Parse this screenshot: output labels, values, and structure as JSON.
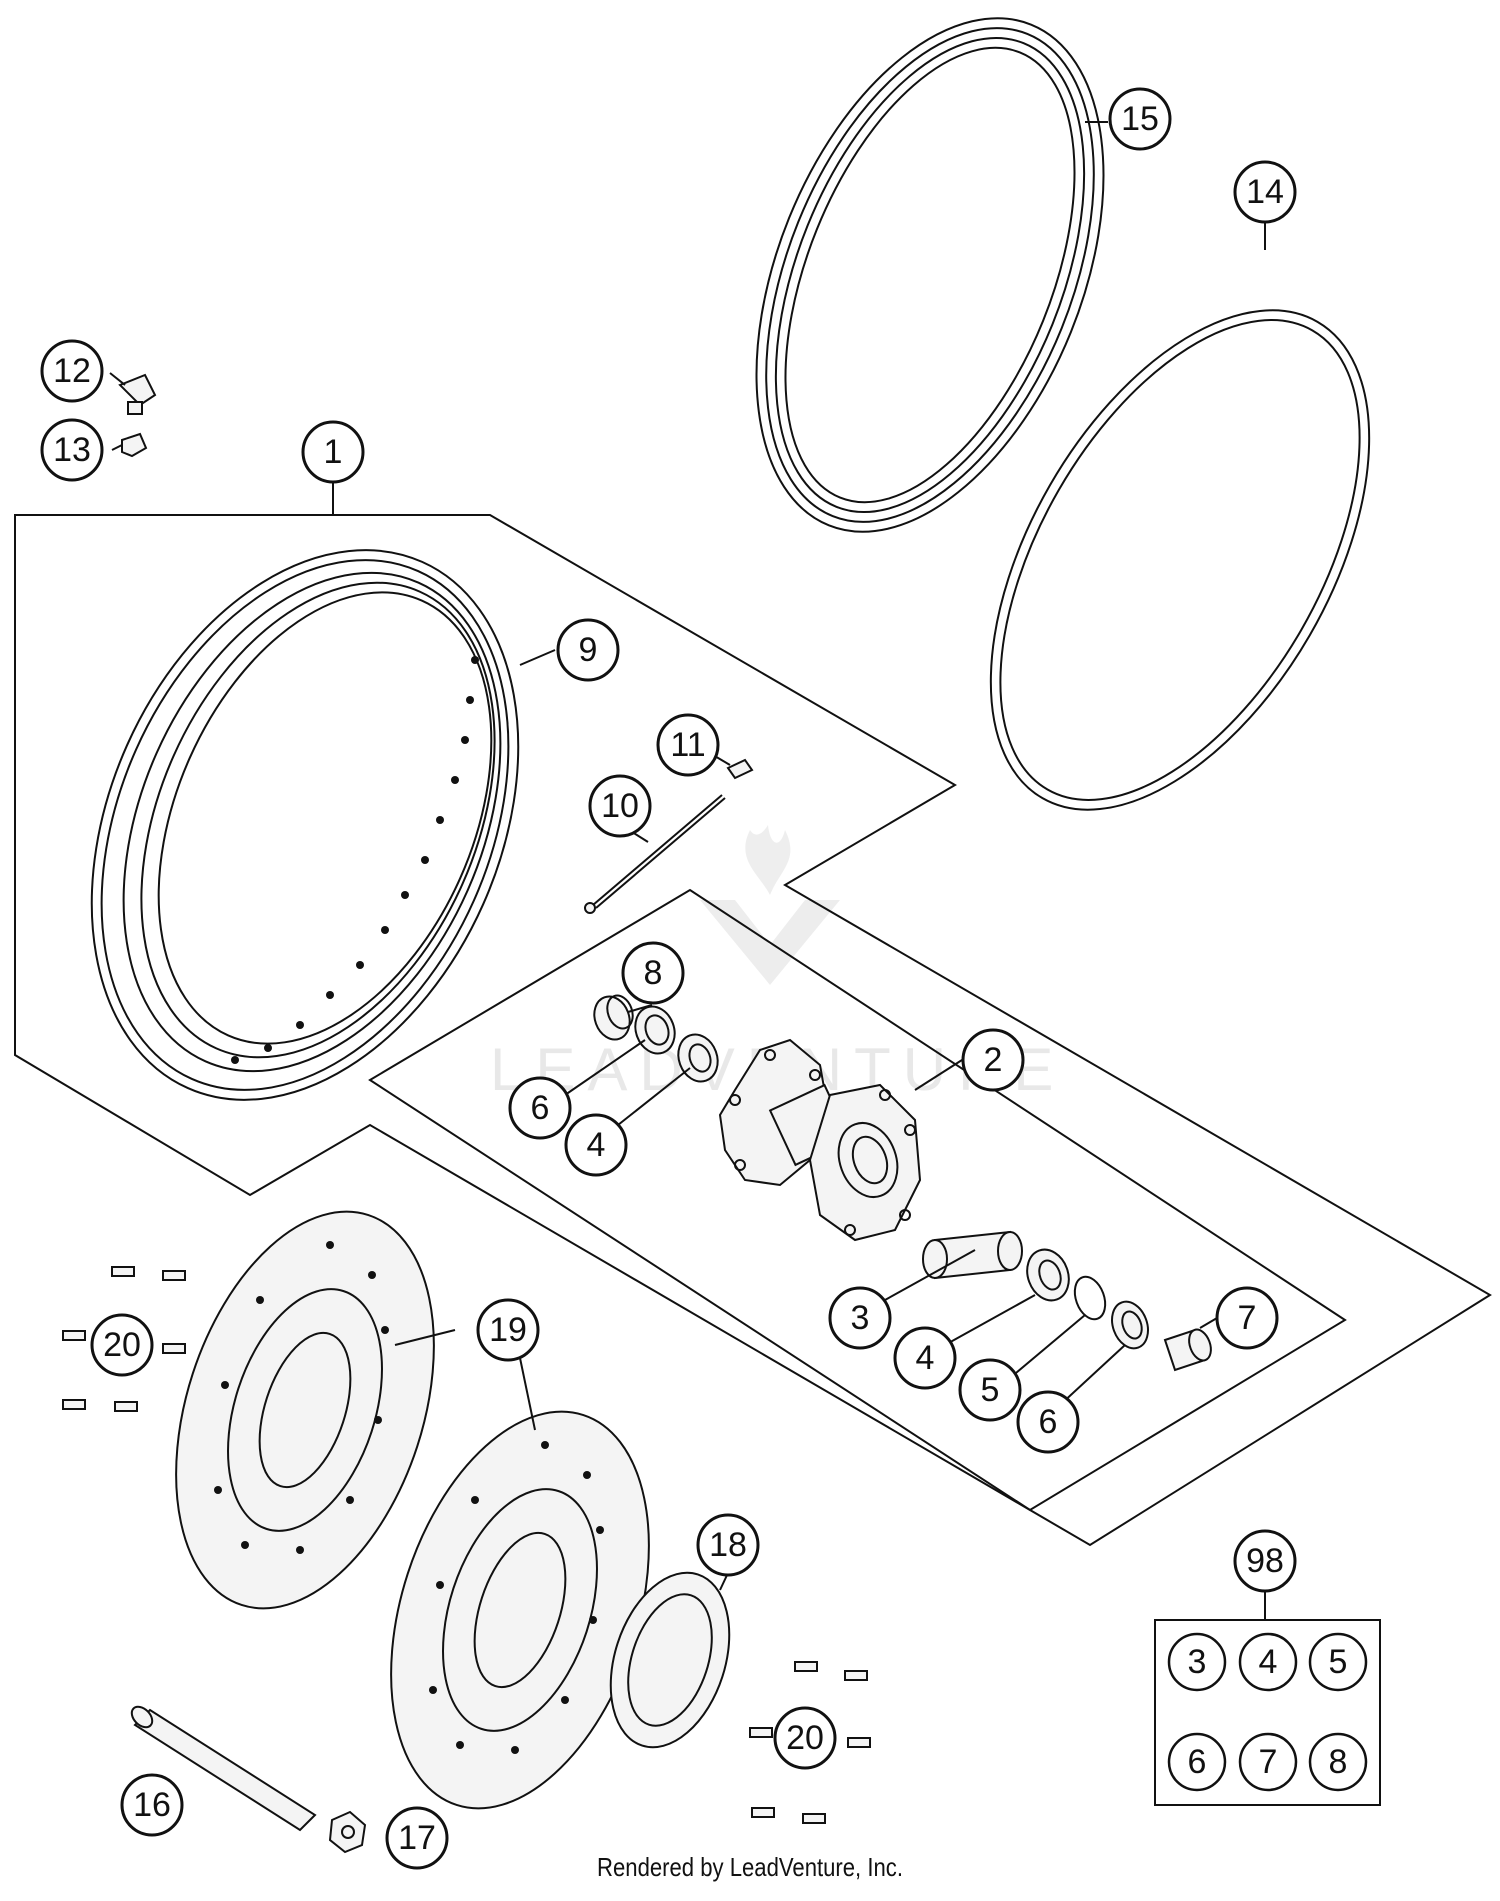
{
  "callouts": {
    "c1": "1",
    "c2": "2",
    "c3": "3",
    "c4a": "4",
    "c4b": "4",
    "c5": "5",
    "c6a": "6",
    "c6b": "6",
    "c7": "7",
    "c8": "8",
    "c9": "9",
    "c10": "10",
    "c11": "11",
    "c12": "12",
    "c13": "13",
    "c14": "14",
    "c15": "15",
    "c16": "16",
    "c17": "17",
    "c18": "18",
    "c19": "19",
    "c20a": "20",
    "c20b": "20",
    "c98": "98"
  },
  "kit": {
    "items": [
      "3",
      "4",
      "5",
      "6",
      "7",
      "8"
    ]
  },
  "watermark": "LEADVENTURE",
  "footer": "Rendered by LeadVenture, Inc."
}
